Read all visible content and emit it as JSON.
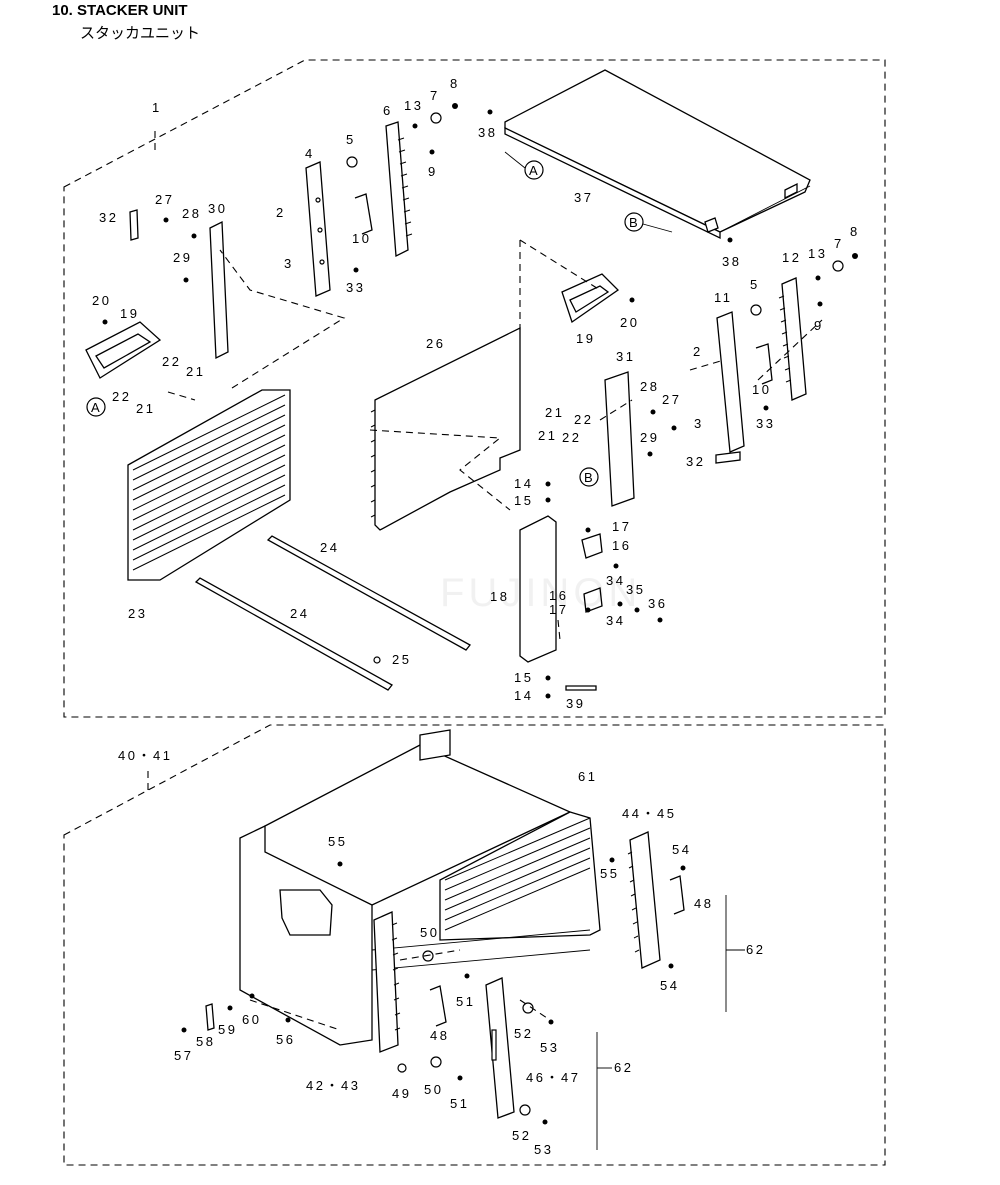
{
  "header": {
    "title": "10. STACKER UNIT",
    "subtitle": "スタッカユニット"
  },
  "callouts": {
    "c1": "1",
    "c2a": "2",
    "c2b": "2",
    "c3a": "3",
    "c3b": "3",
    "c4": "4",
    "c5a": "5",
    "c5b": "5",
    "c6": "6",
    "c7a": "7",
    "c7b": "7",
    "c8a": "8",
    "c8b": "8",
    "c9a": "9",
    "c9b": "9",
    "c10a": "10",
    "c10b": "10",
    "c11": "11",
    "c12": "12",
    "c13a": "13",
    "c13b": "13",
    "c14a": "14",
    "c14b": "14",
    "c15a": "15",
    "c15b": "15",
    "c16a": "16",
    "c16b": "16",
    "c17a": "17",
    "c17b": "17",
    "c18": "18",
    "c19a": "19",
    "c19b": "19",
    "c20a": "20",
    "c20b": "20",
    "c21a": "21",
    "c21b": "21",
    "c21c": "21",
    "c21d": "21",
    "c22a": "22",
    "c22b": "22",
    "c22c": "22",
    "c22d": "22",
    "c23": "23",
    "c24a": "24",
    "c24b": "24",
    "c25": "25",
    "c26": "26",
    "c27a": "27",
    "c27b": "27",
    "c28a": "28",
    "c28b": "28",
    "c29a": "29",
    "c29b": "29",
    "c30": "30",
    "c31": "31",
    "c32a": "32",
    "c32b": "32",
    "c33a": "33",
    "c33b": "33",
    "c34a": "34",
    "c34b": "34",
    "c35": "35",
    "c36": "36",
    "c37": "37",
    "c38a": "38",
    "c38b": "38",
    "c39": "39",
    "c4041": "40・41",
    "c4243": "42・43",
    "c4445": "44・45",
    "c4647": "46・47",
    "c48a": "48",
    "c48b": "48",
    "c49": "49",
    "c50a": "50",
    "c50b": "50",
    "c51a": "51",
    "c51b": "51",
    "c52a": "52",
    "c52b": "52",
    "c53a": "53",
    "c53b": "53",
    "c54a": "54",
    "c54b": "54",
    "c55a": "55",
    "c55b": "55",
    "c56": "56",
    "c57": "57",
    "c58": "58",
    "c59": "59",
    "c60": "60",
    "c61": "61",
    "c62a": "62",
    "c62b": "62"
  },
  "markers": {
    "A1": "A",
    "A2": "A",
    "B1": "B",
    "B2": "B"
  },
  "watermark": "FUJINON"
}
